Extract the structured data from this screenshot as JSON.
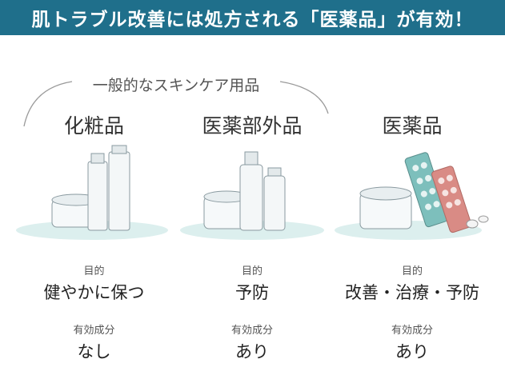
{
  "banner": {
    "title": "肌トラブル改善には処方される「医薬品」が有効！",
    "bg_color": "#1f6f8b"
  },
  "group_label": "一般的なスキンケア用品",
  "columns": [
    {
      "title": "化粧品",
      "purpose_label": "目的",
      "purpose_value": "健やかに保つ",
      "active_label": "有効成分",
      "active_value": "なし"
    },
    {
      "title": "医薬部外品",
      "purpose_label": "目的",
      "purpose_value": "予防",
      "active_label": "有効成分",
      "active_value": "あり"
    },
    {
      "title": "医薬品",
      "purpose_label": "目的",
      "purpose_value": "改善・治療・予防",
      "active_label": "有効成分",
      "active_value": "あり"
    }
  ]
}
